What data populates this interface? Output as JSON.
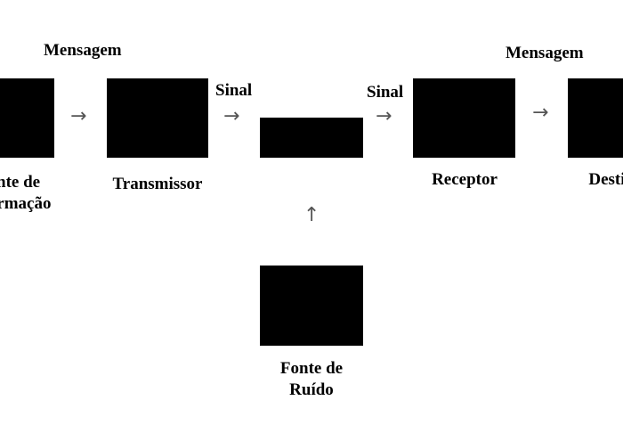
{
  "labels": {
    "mensagem_left": "Mensagem",
    "mensagem_right": "Mensagem",
    "sinal_left": "Sinal",
    "sinal_right": "Sinal",
    "fonte_info_line1": "Fonte de",
    "fonte_info_line2": "Informação",
    "transmissor": "Transmissor",
    "receptor": "Receptor",
    "destino": "Destino",
    "fonte_ruido_line1": "Fonte de",
    "fonte_ruido_line2": "Ruído"
  },
  "arrows": {
    "right": "→",
    "up": "↑"
  },
  "colors": {
    "box": "#000000",
    "arrow": "#555555",
    "text": "#000000",
    "background": "#ffffff"
  }
}
